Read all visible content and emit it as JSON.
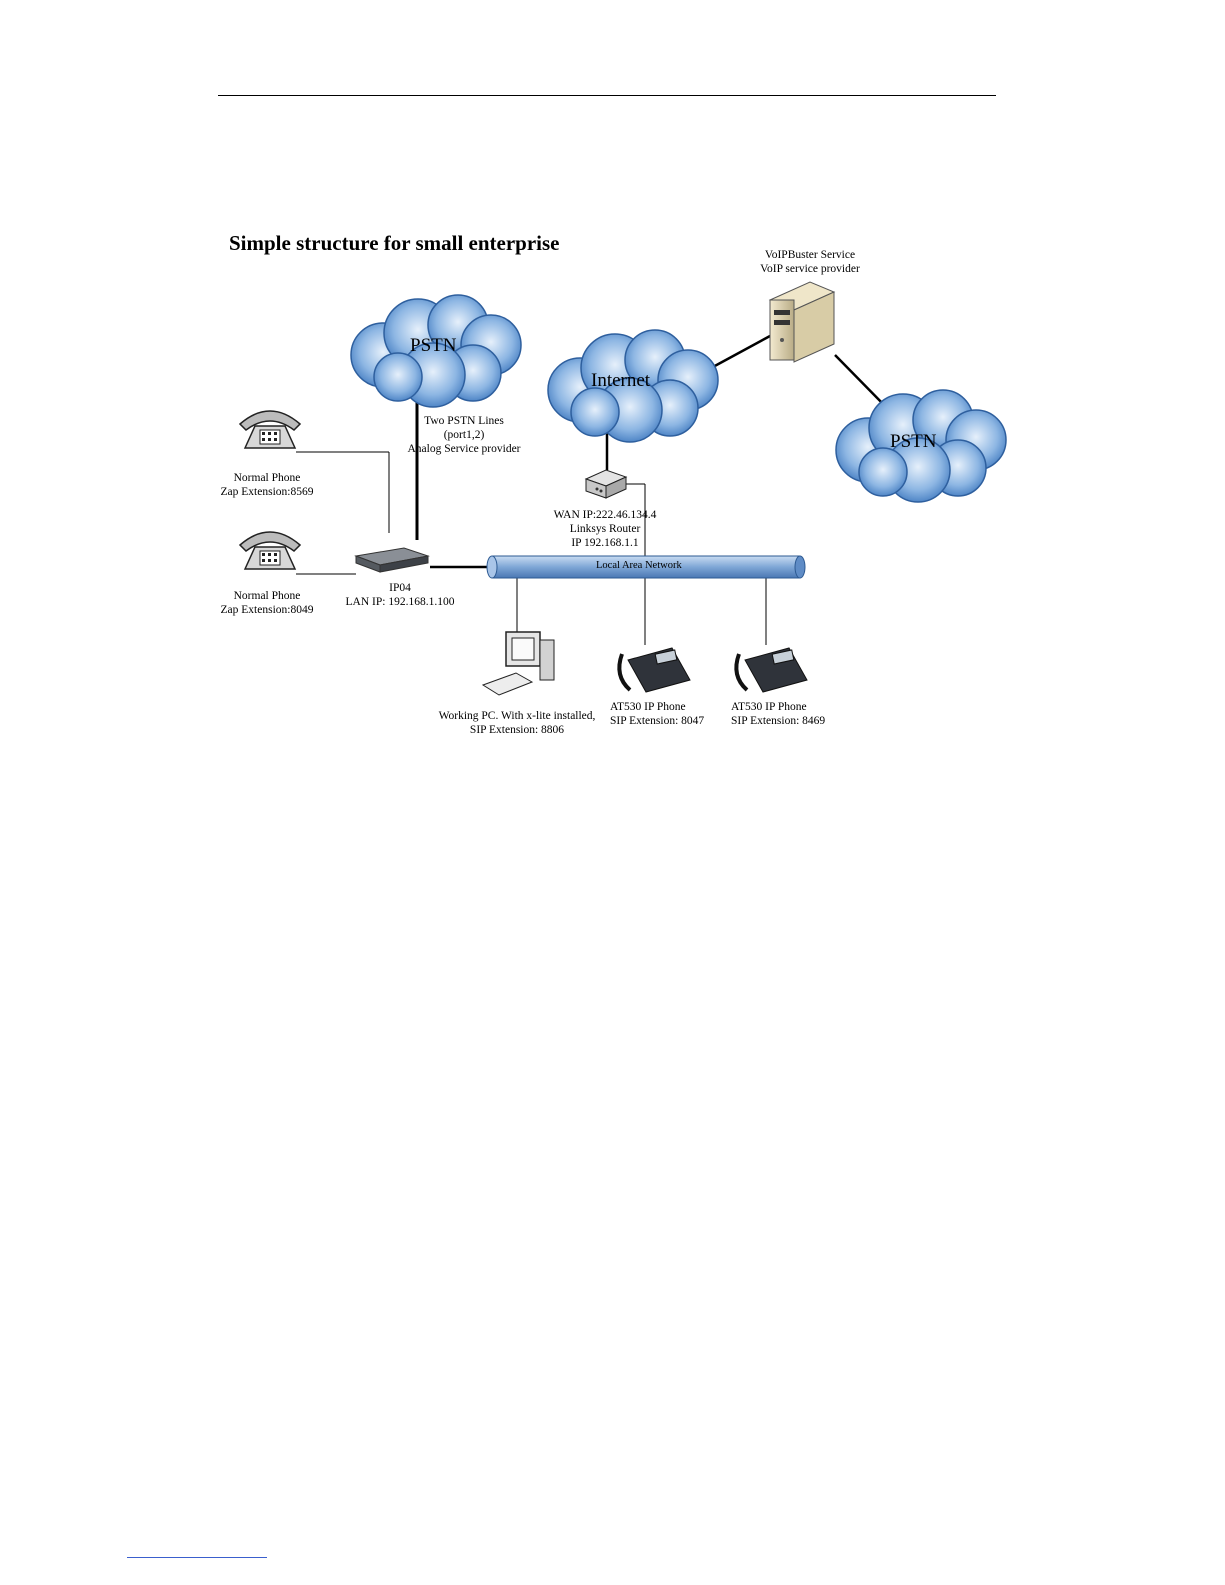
{
  "title": "Simple structure for small enterprise",
  "clouds": {
    "pstn_top": "PSTN",
    "internet": "Internet",
    "pstn_right": "PSTN"
  },
  "voip_provider": {
    "line1": "VoIPBuster Service",
    "line2": "VoIP service provider"
  },
  "pstn_lines": {
    "line1": "Two PSTN Lines",
    "line2": "(port1,2)",
    "line3": "Analog Service provider"
  },
  "phone1": {
    "line1": "Normal Phone",
    "line2": "Zap Extension:8569"
  },
  "phone2": {
    "line1": "Normal Phone",
    "line2": "Zap Extension:8049"
  },
  "router": {
    "line1": "WAN IP:222.46.134.4",
    "line2": "Linksys Router",
    "line3": "IP 192.168.1.1"
  },
  "ip04": {
    "line1": "IP04",
    "line2": "LAN IP: 192.168.1.100"
  },
  "lan": "Local Area Network",
  "pc": {
    "line1": "Working PC. With x-lite installed,",
    "line2": "SIP Extension: 8806"
  },
  "ipphone1": {
    "line1": "AT530 IP Phone",
    "line2": "SIP Extension: 8047"
  },
  "ipphone2": {
    "line1": "AT530 IP Phone",
    "line2": "SIP Extension: 8469"
  },
  "colors": {
    "cloud": "#4f86c6",
    "cloud_light": "#dbe9f7",
    "lan_pipe": "#7ea6d6"
  }
}
